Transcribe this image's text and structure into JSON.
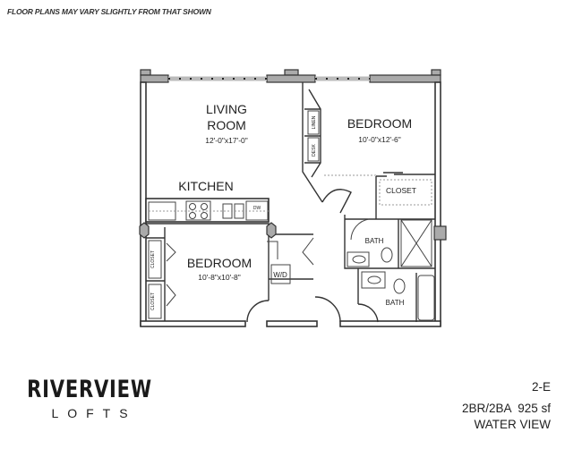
{
  "disclaimer": "FLOOR PLANS MAY VARY SLIGHTLY FROM THAT SHOWN",
  "rooms": {
    "living": {
      "name_line1": "LIVING",
      "name_line2": "ROOM",
      "dimensions": "12'-0\"x17'-0\""
    },
    "bedroom_1": {
      "name": "BEDROOM",
      "dimensions": "10'-0\"x12'-6\""
    },
    "kitchen": {
      "name": "KITCHEN",
      "dishwasher": "DW"
    },
    "bedroom_2": {
      "name": "BEDROOM",
      "dimensions": "10'-8\"x10'-8\""
    },
    "closet_bedroom_1": "CLOSET",
    "closet_left_1": "CLOSET",
    "closet_left_2": "CLOSET",
    "washer_dryer": "W/D",
    "linen": "LINEN",
    "desk": "DESK",
    "bath_1": "BATH",
    "bath_2": "BATH"
  },
  "brand": {
    "name": "RIVERVIEW",
    "sub": "LOFTS"
  },
  "unit": {
    "code": "2-E",
    "summary": "2BR/2BA  925 sf",
    "view": "WATER VIEW"
  }
}
